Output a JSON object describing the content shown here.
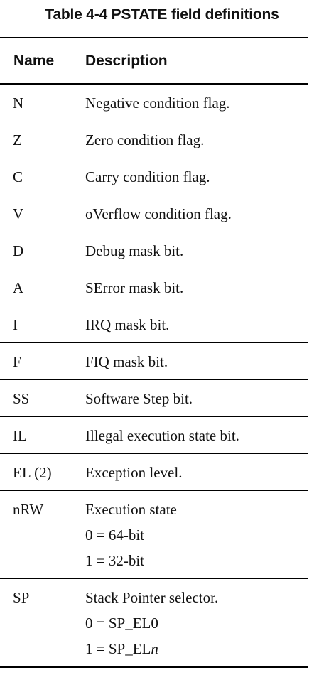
{
  "caption": "Table 4-4 PSTATE field definitions",
  "header": {
    "name": "Name",
    "description": "Description"
  },
  "rows": [
    {
      "name": "N",
      "lines": [
        "Negative condition flag."
      ]
    },
    {
      "name": "Z",
      "lines": [
        "Zero condition flag."
      ]
    },
    {
      "name": "C",
      "lines": [
        "Carry condition flag."
      ]
    },
    {
      "name": "V",
      "lines": [
        "oVerflow condition flag."
      ]
    },
    {
      "name": "D",
      "lines": [
        "Debug mask bit."
      ]
    },
    {
      "name": "A",
      "lines": [
        "SError mask bit."
      ]
    },
    {
      "name": "I",
      "lines": [
        "IRQ mask bit."
      ]
    },
    {
      "name": "F",
      "lines": [
        "FIQ mask bit."
      ]
    },
    {
      "name": "SS",
      "lines": [
        "Software Step bit."
      ]
    },
    {
      "name": "IL",
      "lines": [
        "Illegal execution state bit."
      ]
    },
    {
      "name": "EL (2)",
      "lines": [
        "Exception level."
      ]
    },
    {
      "name": "nRW",
      "lines": [
        "Execution state",
        "0 = 64-bit",
        "1 = 32-bit"
      ]
    },
    {
      "name": "SP",
      "lines": [
        "Stack Pointer selector.",
        "0 = SP_EL0",
        "1 = SP_EL"
      ],
      "last_line_suffix_italic": "n"
    }
  ]
}
